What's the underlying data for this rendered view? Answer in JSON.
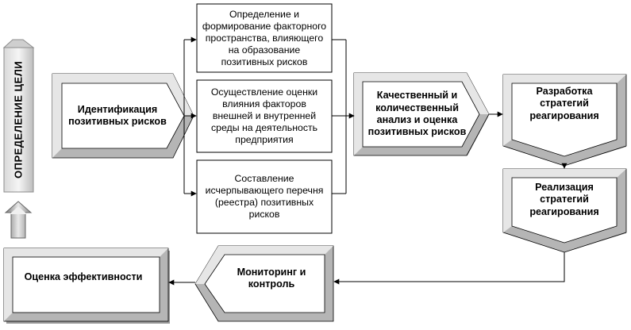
{
  "goal": {
    "label": "ОПРЕДЕЛЕНИЕ ЦЕЛИ"
  },
  "identification": {
    "label": "Идентификация позитивных рисков"
  },
  "factors": [
    {
      "label": "Определение и формирование факторного пространства, влияющего на образование позитивных рисков"
    },
    {
      "label": "Осуществление оценки влияния факторов внешней и внутренней среды на деятельность предприятия"
    },
    {
      "label": "Составление исчерпывающего перечня (реестра) позитивных рисков"
    }
  ],
  "analysis": {
    "label": "Качественный и количественный анализ и оценка позитивных рисков"
  },
  "strategy_development": {
    "label": "Разработка стратегий реагирования"
  },
  "strategy_implementation": {
    "label": "Реализация стратегий реагирования"
  },
  "monitoring": {
    "label": "Мониторинг и контроль"
  },
  "evaluation": {
    "label": "Оценка эффективности"
  },
  "colors": {
    "box_fill": "#ffffff",
    "border": "#000000",
    "bevel_dark": "#8c8c8c",
    "bevel_mid": "#b5b5b5",
    "bevel_light": "#e6e6e6",
    "shadow": "#9a9a9a"
  }
}
